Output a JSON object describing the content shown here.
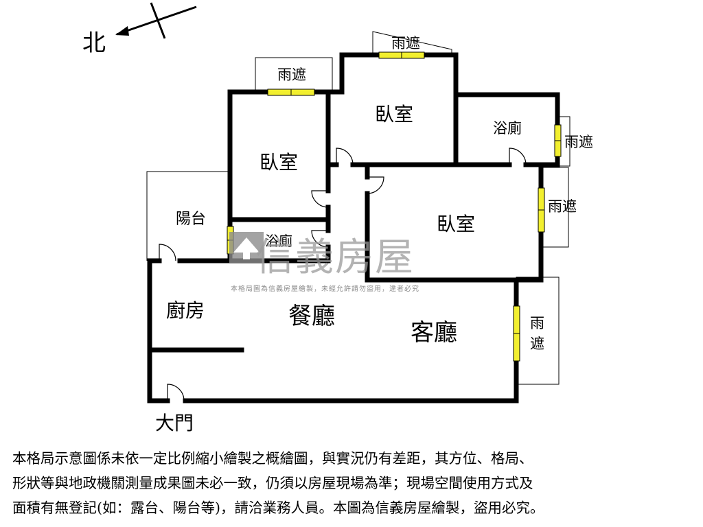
{
  "compass": {
    "north_label": "北"
  },
  "rooms": {
    "bedroom_left": "臥室",
    "bedroom_top": "臥室",
    "bedroom_right": "臥室",
    "bath_top": "浴廁",
    "bath_left": "浴廁",
    "balcony": "陽台",
    "kitchen": "廚房",
    "dining": "餐廳",
    "living": "客廳",
    "entrance": "大門"
  },
  "awnings": {
    "top_left": "雨遮",
    "top_center": "雨遮",
    "right_upper": "雨遮",
    "right_middle": "雨遮",
    "right_lower_line1": "雨",
    "right_lower_line2": "遮"
  },
  "watermark": {
    "brand": "信義房屋",
    "notice": "本格局圖為信義房屋繪製，未經允許請勿盜用，違者必究"
  },
  "disclaimer": {
    "line1": "本格局示意圖係未依一定比例縮小繪製之概繪圖，與實況仍有差距，其方位、格局、",
    "line2": "形狀等與地政機關測量成果圖未必一致，仍須以房屋現場為準；現場空間使用方式及",
    "line3": "面積有無登記(如：露台、陽台等)，請洽業務人員。本圖為信義房屋繪製，盜用必究。"
  },
  "colors": {
    "wall": "#000000",
    "window": "#f2ef2f",
    "watermark": "#9a9a9a"
  }
}
